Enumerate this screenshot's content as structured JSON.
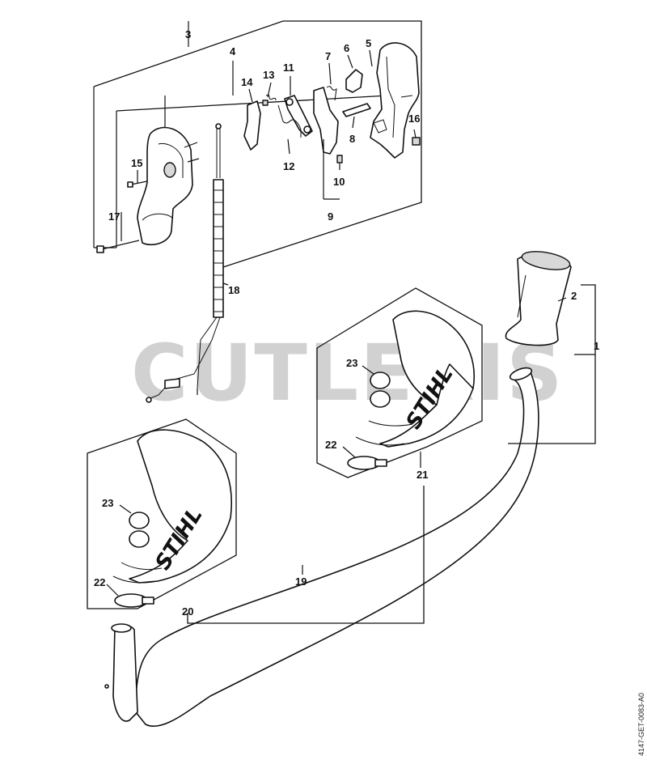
{
  "watermark": "CUTLERIS",
  "reference_code": "4147-GET-0083-A0",
  "brand_label": "STIHL",
  "callouts": [
    "1",
    "2",
    "3",
    "4",
    "5",
    "6",
    "7",
    "8",
    "9",
    "10",
    "11",
    "12",
    "13",
    "14",
    "15",
    "16",
    "17",
    "18",
    "19",
    "20",
    "21",
    "22",
    "23"
  ]
}
